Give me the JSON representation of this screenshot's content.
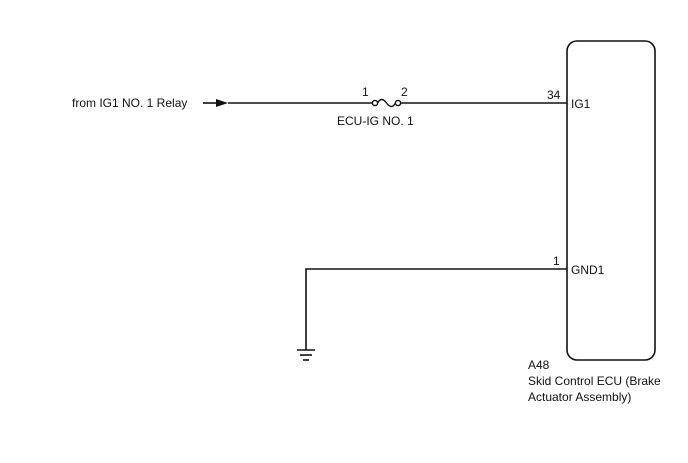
{
  "wiring": {
    "source": {
      "label": "from IG1 NO. 1 Relay"
    },
    "fuse": {
      "pin_in": "1",
      "pin_out": "2",
      "name": "ECU-IG NO. 1"
    },
    "ecu": {
      "connector_id": "A48",
      "name_line1": "Skid Control ECU (Brake",
      "name_line2": "Actuator Assembly)",
      "terminals": [
        {
          "pin": "34",
          "name": "IG1"
        },
        {
          "pin": "1",
          "name": "GND1"
        }
      ]
    },
    "ground": {
      "symbol": "ground-icon"
    }
  },
  "colors": {
    "line": "#111111",
    "background": "#ffffff"
  }
}
